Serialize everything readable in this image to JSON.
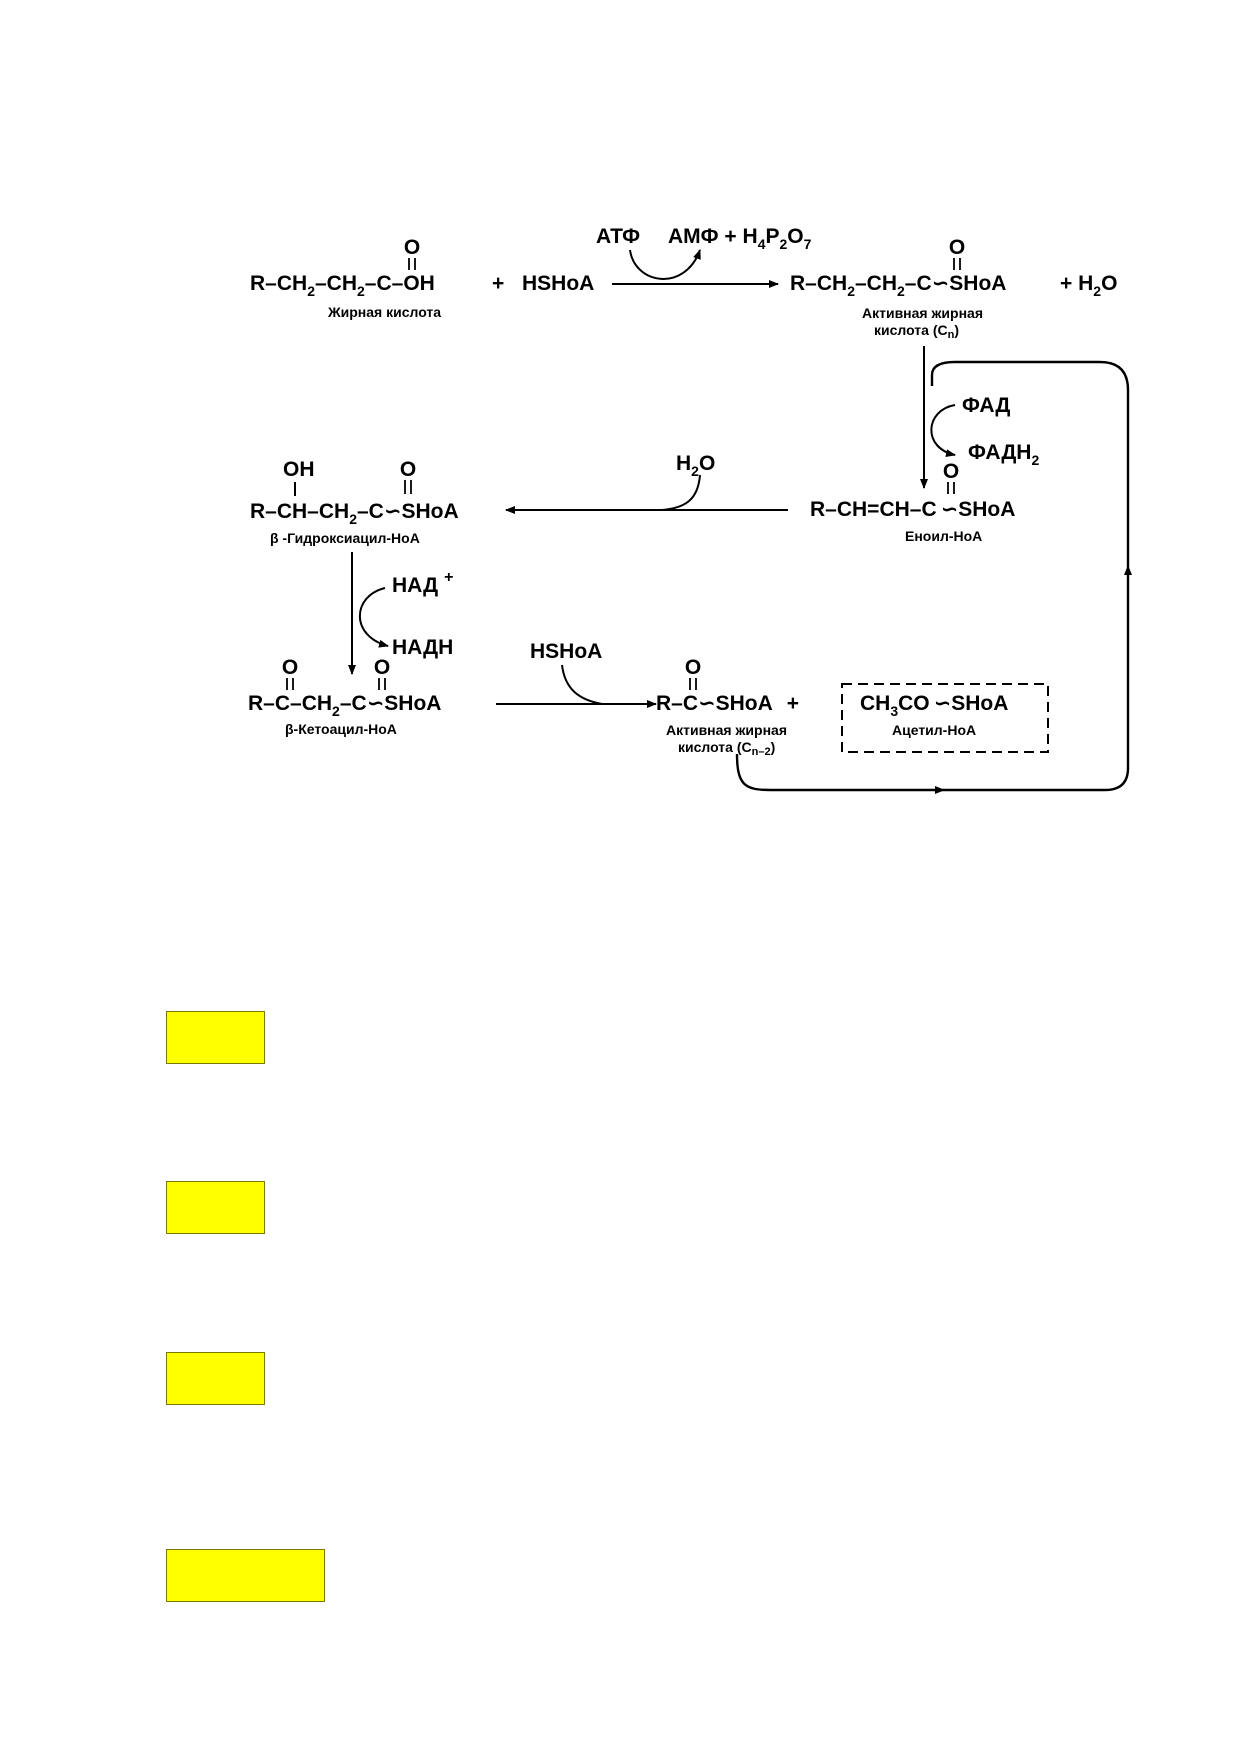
{
  "colors": {
    "highlight": "#ffff00",
    "ink": "#000000"
  },
  "scheme": {
    "c1": {
      "r": "R–CH",
      "s1": "2",
      "mid": "–CH",
      "s2": "2",
      "end": "–C–OH",
      "o": "O",
      "label": "Жирная кислота"
    },
    "plus1": "+",
    "hshoa1": "HSHoA",
    "atf": "АТФ",
    "amf": {
      "pre": "АМФ + H",
      "s1": "4",
      "p": "P",
      "s2": "2",
      "o": "O",
      "s3": "7"
    },
    "c2": {
      "r": "R–CH",
      "s1": "2",
      "mid": "–CH",
      "s2": "2",
      "end": "–C",
      "tilde": "∽",
      "shoa": "SHoA",
      "o": "O",
      "label1": "Активная жирная",
      "label2a": "кислота (C",
      "label2s": "n",
      "label2b": ")"
    },
    "plus2": "+ H",
    "h2o_sub": "2",
    "h2o_o": "O",
    "fad": "ФАД",
    "fadh": {
      "pre": "ФАДН",
      "sub": "2"
    },
    "c3": {
      "text": "R–CH=CH–C",
      "tilde": "∽",
      "shoa": "SHoA",
      "o": "O",
      "label": "Еноил-НоА"
    },
    "h2o": {
      "h": "H",
      "sub": "2",
      "o": "O"
    },
    "c4": {
      "oh": "OH",
      "r": "R–CH–CH",
      "s1": "2",
      "end": "–C",
      "tilde": "∽",
      "shoa": "SHoA",
      "o": "O",
      "label": "β -Гидроксиацил-НоА"
    },
    "nad": {
      "text": "НАД",
      "sup": "+"
    },
    "nadh": "НАДН",
    "c5": {
      "r": "R–C–CH",
      "s1": "2",
      "end": "–C",
      "tilde": "∽",
      "shoa": "SHoA",
      "o1": "O",
      "o2": "O",
      "label": "β-Кетоацил-НоА"
    },
    "hshoa2": "HSHoA",
    "c6": {
      "r": "R–C",
      "tilde": "∽",
      "shoa": "SHoA",
      "plus": "+",
      "o": "O",
      "label1": "Активная жирная",
      "label2a": "кислота (C",
      "label2s": "n–2",
      "label2b": ")"
    },
    "acetyl": {
      "pre": "CH",
      "sub": "3",
      "co": "CO",
      "tilde": "∽",
      "shoa": "SHoA",
      "label": "Ацетил-НоА"
    }
  }
}
